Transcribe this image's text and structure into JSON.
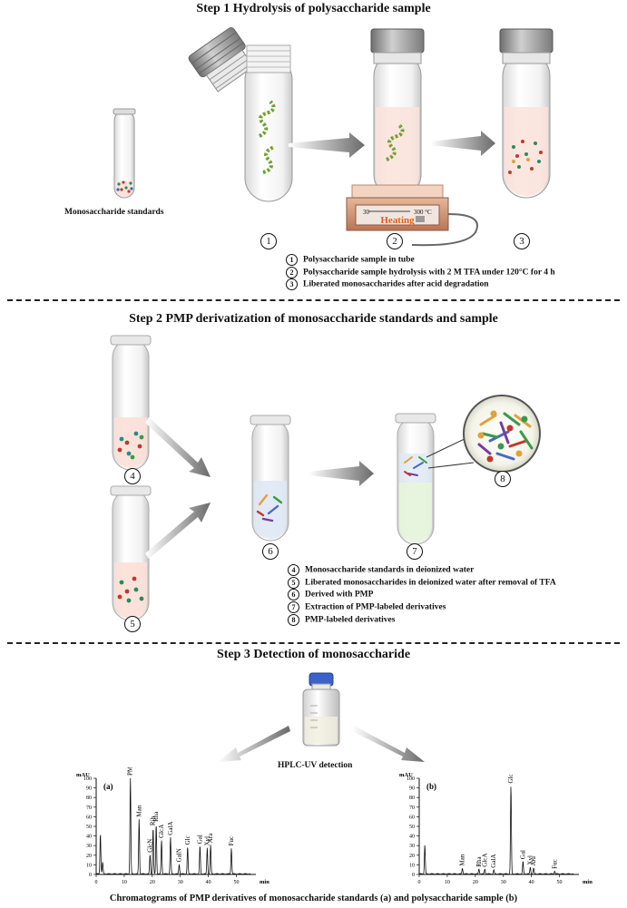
{
  "step1": {
    "title": "Step 1 Hydrolysis of polysaccharide sample",
    "standards_label": "Monosaccharide standards",
    "heater": {
      "min_label": "30",
      "max_label": "300 °C",
      "brand": "Heating"
    },
    "legend": [
      {
        "num": "1",
        "text": "Polysaccharide sample in tube"
      },
      {
        "num": "2",
        "text": "Polysaccharide sample hydrolysis with 2 M TFA under 120°C for 4 h"
      },
      {
        "num": "3",
        "text": "Liberated monosaccharides after acid degradation"
      }
    ]
  },
  "step2": {
    "title": "Step 2 PMP derivatization of monosaccharide standards and sample",
    "legend": [
      {
        "num": "4",
        "text": "Monosaccharide standards  in deionized water"
      },
      {
        "num": "5",
        "text": "Liberated monosaccharides in deionized water after removal of TFA"
      },
      {
        "num": "6",
        "text": "Derived with PMP"
      },
      {
        "num": "7",
        "text": "Extraction of PMP-labeled derivatives"
      },
      {
        "num": "8",
        "text": "PMP-labeled derivatives"
      }
    ]
  },
  "step3": {
    "title": "Step 3 Detection of monosaccharide",
    "detector_label": "HPLC-UV detection",
    "caption": "Chromatograms of PMP derivatives of monosaccharide standards (a) and polysaccharide sample (b)"
  },
  "chart_data": [
    {
      "type": "line",
      "panel_label": "(a)",
      "ylabel": "mAU",
      "xlabel": "min",
      "xlim": [
        0,
        55
      ],
      "ylim": [
        0,
        100
      ],
      "x_ticks": [
        0,
        10,
        20,
        30,
        40,
        50
      ],
      "y_ticks": [
        0,
        10,
        20,
        30,
        40,
        50,
        60,
        70,
        80,
        90,
        100
      ],
      "peaks": [
        {
          "name": "",
          "x": 1.5,
          "y": 42
        },
        {
          "name": "",
          "x": 2.3,
          "y": 12
        },
        {
          "name": "PMP",
          "x": 12.2,
          "y": 100
        },
        {
          "name": "Man",
          "x": 15.3,
          "y": 57
        },
        {
          "name": "GlcN",
          "x": 19.2,
          "y": 20
        },
        {
          "name": "Rib",
          "x": 20.3,
          "y": 48
        },
        {
          "name": "Rha",
          "x": 21.4,
          "y": 52
        },
        {
          "name": "GlcA",
          "x": 23.3,
          "y": 35
        },
        {
          "name": "GalA",
          "x": 26.5,
          "y": 38
        },
        {
          "name": "GalN",
          "x": 29.6,
          "y": 10
        },
        {
          "name": "Glc",
          "x": 32.6,
          "y": 28
        },
        {
          "name": "Gal",
          "x": 37.0,
          "y": 29
        },
        {
          "name": "Xyl",
          "x": 39.6,
          "y": 27
        },
        {
          "name": "Ara",
          "x": 40.8,
          "y": 30
        },
        {
          "name": "Fuc",
          "x": 48.2,
          "y": 27
        }
      ]
    },
    {
      "type": "line",
      "panel_label": "(b)",
      "ylabel": "mAU",
      "xlabel": "min",
      "xlim": [
        0,
        55
      ],
      "ylim": [
        0,
        100
      ],
      "x_ticks": [
        0,
        10,
        20,
        30,
        40,
        50
      ],
      "y_ticks": [
        0,
        10,
        20,
        30,
        40,
        50,
        60,
        70,
        80,
        90,
        100
      ],
      "peaks": [
        {
          "name": "",
          "x": 2.0,
          "y": 30
        },
        {
          "name": "Man",
          "x": 15.4,
          "y": 6
        },
        {
          "name": "Rha",
          "x": 21.3,
          "y": 5
        },
        {
          "name": "GlcA",
          "x": 23.4,
          "y": 5
        },
        {
          "name": "GalA",
          "x": 26.6,
          "y": 4
        },
        {
          "name": "Glc",
          "x": 32.7,
          "y": 92
        },
        {
          "name": "Gal",
          "x": 37.0,
          "y": 13
        },
        {
          "name": "Xyl",
          "x": 39.6,
          "y": 7
        },
        {
          "name": "Ara",
          "x": 40.8,
          "y": 6
        },
        {
          "name": "Fuc",
          "x": 48.3,
          "y": 3
        }
      ]
    }
  ]
}
